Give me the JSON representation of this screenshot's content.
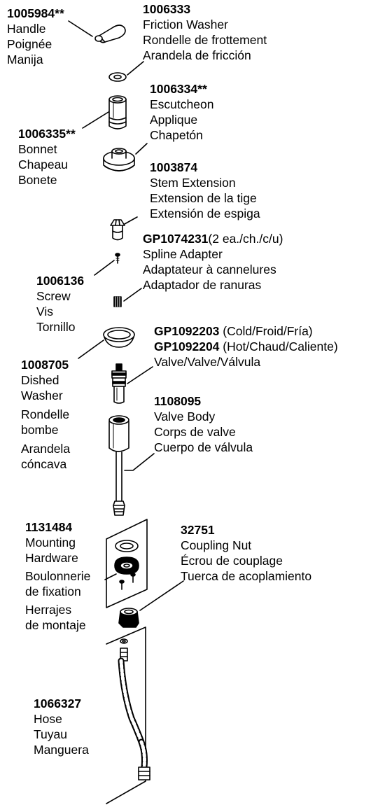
{
  "parts": {
    "handle": {
      "number": "1005984**",
      "names": [
        "Handle",
        "Poignée",
        "Manija"
      ]
    },
    "friction_washer": {
      "number": "1006333",
      "names": [
        "Friction Washer",
        "Rondelle de frottement",
        "Arandela de fricción"
      ]
    },
    "escutcheon": {
      "number": "1006334**",
      "names": [
        "Escutcheon",
        "Applique",
        "Chapetón"
      ]
    },
    "bonnet": {
      "number": "1006335**",
      "names": [
        "Bonnet",
        "Chapeau",
        "Bonete"
      ]
    },
    "stem_extension": {
      "number": "1003874",
      "names": [
        "Stem Extension",
        "Extension de la tige",
        "Extensión de espiga"
      ]
    },
    "spline_adapter": {
      "number": "GP1074231",
      "qty": "(2 ea./ch./c/u)",
      "names": [
        "Spline Adapter",
        "Adaptateur à cannelures",
        "Adaptador de ranuras"
      ]
    },
    "screw": {
      "number": "1006136",
      "names": [
        "Screw",
        "Vis",
        "Tornillo"
      ]
    },
    "valve": {
      "number_cold": "GP1092203",
      "cold_label": " (Cold/Froid/Fría)",
      "number_hot": "GP1092204",
      "hot_label": " (Hot/Chaud/Caliente)",
      "names": [
        "Valve/Valve/Válvula"
      ]
    },
    "dished_washer": {
      "number": "1008705",
      "names": [
        "Dished",
        "Washer",
        "Rondelle",
        "bombe",
        "Arandela",
        "cóncava"
      ]
    },
    "valve_body": {
      "number": "1108095",
      "names": [
        "Valve Body",
        "Corps de valve",
        "Cuerpo de válvula"
      ]
    },
    "mounting_hardware": {
      "number": "1131484",
      "names": [
        "Mounting",
        "Hardware",
        "Boulonnerie",
        "de fixation",
        "Herrajes",
        "de montaje"
      ]
    },
    "coupling_nut": {
      "number": "32751",
      "names": [
        "Coupling Nut",
        "Écrou de couplage",
        "Tuerca de acoplamiento"
      ]
    },
    "hose": {
      "number": "1066327",
      "names": [
        "Hose",
        "Tuyau",
        "Manguera"
      ]
    }
  }
}
